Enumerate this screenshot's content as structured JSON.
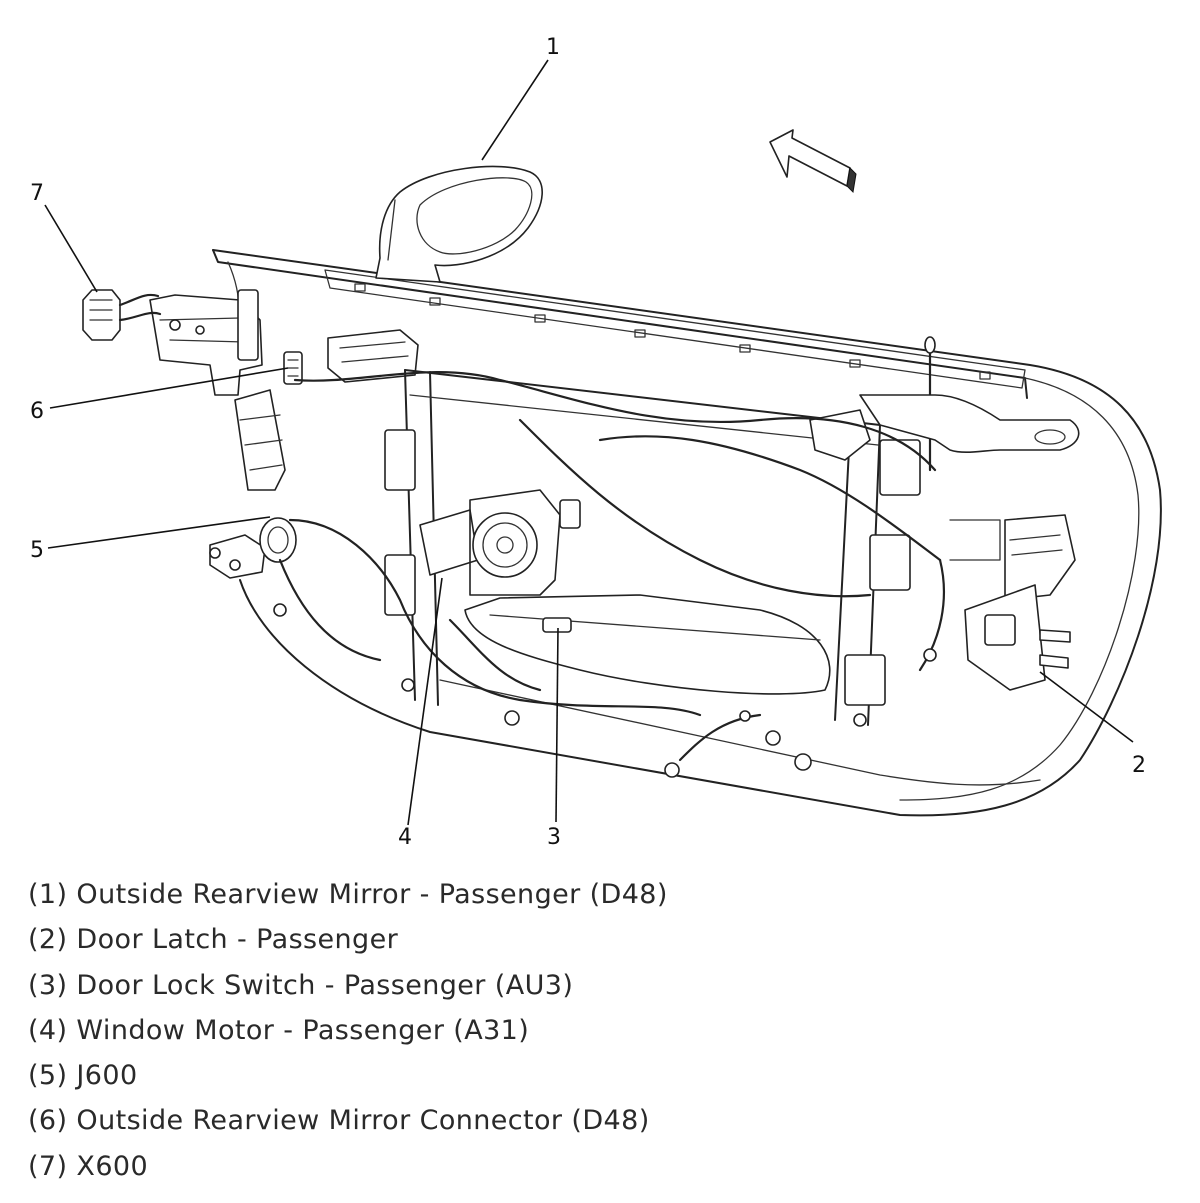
{
  "callouts": [
    {
      "id": "1",
      "label": "1"
    },
    {
      "id": "2",
      "label": "2"
    },
    {
      "id": "3",
      "label": "3"
    },
    {
      "id": "4",
      "label": "4"
    },
    {
      "id": "5",
      "label": "5"
    },
    {
      "id": "6",
      "label": "6"
    },
    {
      "id": "7",
      "label": "7"
    }
  ],
  "legend": [
    "(1) Outside Rearview Mirror - Passenger (D48)",
    "(2) Door Latch - Passenger",
    "(3) Door Lock Switch - Passenger (AU3)",
    "(4) Window Motor - Passenger (A31)",
    "(5) J600",
    "(6) Outside Rearview Mirror Connector (D48)",
    "(7) X600"
  ]
}
